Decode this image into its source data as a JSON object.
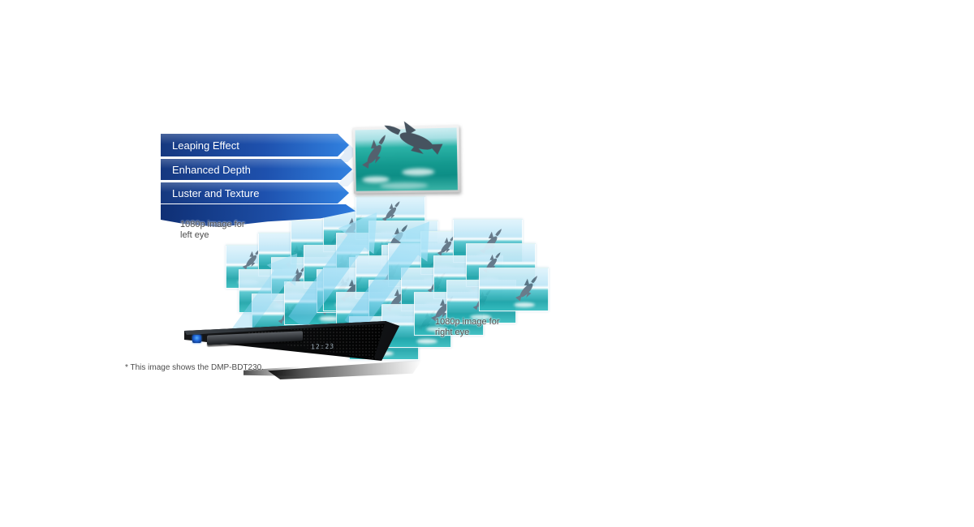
{
  "banner": {
    "items": [
      {
        "label": "Leaping Effect"
      },
      {
        "label": "Enhanced Depth"
      },
      {
        "label": "Luster and Texture"
      }
    ]
  },
  "annotations": {
    "left_eye": {
      "line1": "1080p image for",
      "line2": "left eye"
    },
    "right_eye": {
      "line1": "1080p image for",
      "line2": "right eye"
    }
  },
  "footnote": {
    "text": "* This image shows the DMP-BDT230."
  },
  "device": {
    "led_display": "12:23"
  },
  "icons": {
    "blu_ray_logo": "blu-ray-disc-logo",
    "dolphin": "dolphin-silhouette",
    "up_arrow": "upward-stream-arrow"
  },
  "colors": {
    "banner_blue_dark": "#16387f",
    "banner_blue_bright": "#3181e0",
    "arrow_cyan": "#8ed7f2",
    "sea_teal": "#13988e",
    "annotation_gray": "#4d4d4d",
    "device_black": "#0a0b0c"
  }
}
